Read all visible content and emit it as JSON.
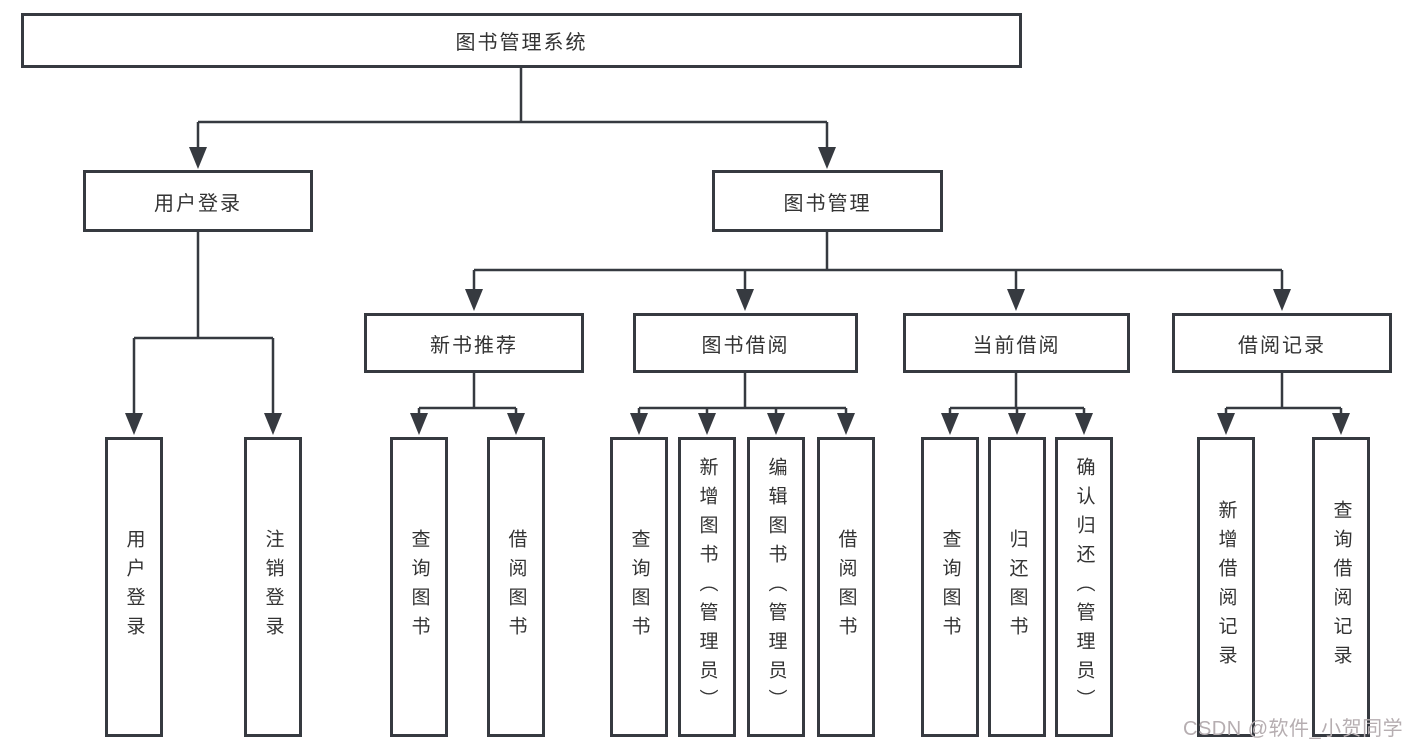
{
  "title": "图书管理系统",
  "watermark": "CSDN @软件_小贺同学",
  "colors": {
    "line": "#363a40",
    "text": "#333333",
    "background": "#ffffff",
    "watermark": "#b6aeb1"
  },
  "nodes": {
    "root": "图书管理系统",
    "user_login": "用户登录",
    "book_management": "图书管理",
    "new_book_recommend": "新书推荐",
    "book_borrow": "图书借阅",
    "current_borrow": "当前借阅",
    "borrow_records": "借阅记录",
    "leaf_user_login": "用户登录",
    "leaf_logout": "注销登录",
    "leaf_recommend_query_books": "查询图书",
    "leaf_recommend_borrow_books": "借阅图书",
    "leaf_borrow_query_books": "查询图书",
    "leaf_borrow_add_books": "新增图书（管理员）",
    "leaf_borrow_edit_books": "编辑图书（管理员）",
    "leaf_borrow_borrow_books": "借阅图书",
    "leaf_current_query_books": "查询图书",
    "leaf_current_return_books": "归还图书",
    "leaf_current_confirm_return": "确认归还（管理员）",
    "leaf_records_add_record": "新增借阅记录",
    "leaf_records_query_record": "查询借阅记录"
  },
  "hierarchy": {
    "图书管理系统": {
      "用户登录": [
        "用户登录",
        "注销登录"
      ],
      "图书管理": {
        "新书推荐": [
          "查询图书",
          "借阅图书"
        ],
        "图书借阅": [
          "查询图书",
          "新增图书（管理员）",
          "编辑图书（管理员）",
          "借阅图书"
        ],
        "当前借阅": [
          "查询图书",
          "归还图书",
          "确认归还（管理员）"
        ],
        "借阅记录": [
          "新增借阅记录",
          "查询借阅记录"
        ]
      }
    }
  }
}
